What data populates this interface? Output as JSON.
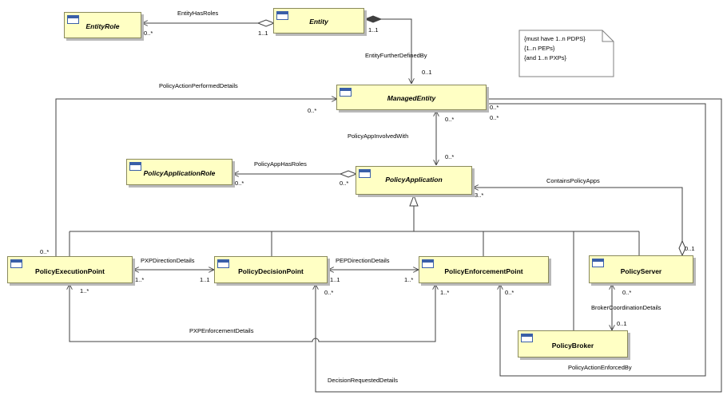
{
  "classes": {
    "entity_role": {
      "name": "EntityRole"
    },
    "entity": {
      "name": "Entity"
    },
    "managed_entity": {
      "name": "ManagedEntity"
    },
    "policy_application_role": {
      "name": "PolicyApplicationRole"
    },
    "policy_application": {
      "name": "PolicyApplication"
    },
    "policy_execution_point": {
      "name": "PolicyExecutionPoint"
    },
    "policy_decision_point": {
      "name": "PolicyDecisionPoint"
    },
    "policy_enforcement_point": {
      "name": "PolicyEnforcementPoint"
    },
    "policy_server": {
      "name": "PolicyServer"
    },
    "policy_broker": {
      "name": "PolicyBroker"
    }
  },
  "note": {
    "line1": "{must have 1..n PDPS}",
    "line2": "{1..n PEPs}",
    "line3": "{and 1..n PXPs}"
  },
  "associations": {
    "entity_has_roles": {
      "name": "EntityHasRoles",
      "role_end": "0..*",
      "entity_end": "1..1"
    },
    "entity_further_defined_by": {
      "name": "EntityFurtherDefinedBy",
      "entity_end": "1..1",
      "managed_end": "0..1"
    },
    "policy_action_performed_details": {
      "name": "PolicyActionPerformedDetails",
      "managed_end": "0..*",
      "pxp_end": "0..*"
    },
    "policy_app_involved_with": {
      "name": "PolicyAppInvolvedWith",
      "managed_end": "0..*",
      "app_end": "0..*"
    },
    "policy_app_has_roles": {
      "name": "PolicyAppHasRoles",
      "role_end": "0..*",
      "app_end": "0..*"
    },
    "contains_policy_apps": {
      "name": "ContainsPolicyApps",
      "app_end": "3..*",
      "server_end": "0..1"
    },
    "pxp_direction_details": {
      "name": "PXPDirectionDetails",
      "pxp_end": "1..*",
      "pdp_end": "1..1"
    },
    "pep_direction_details": {
      "name": "PEPDirectionDetails",
      "pdp_end": "1..1",
      "pep_end": "1..*"
    },
    "pxp_enforcement_details": {
      "name": "PXPEnforcementDetails",
      "pxp_end": "1..*",
      "pep_end": "1..*"
    },
    "decision_requested_details": {
      "name": "DecisionRequestedDetails",
      "pdp_end": "0..*"
    },
    "broker_coordination_details": {
      "name": "BrokerCoordinationDetails",
      "server_end": "0..*",
      "broker_end": "0..1"
    },
    "policy_action_enforced_by": {
      "name": "PolicyActionEnforcedBy",
      "pep_end": "0..*",
      "managed_end": "0..*"
    }
  },
  "colors": {
    "class_fill": "#ffffc4",
    "class_border": "#8a8a5c",
    "line": "#404040",
    "icon": "#3a5fa8"
  },
  "icons": [
    "class-icon"
  ]
}
